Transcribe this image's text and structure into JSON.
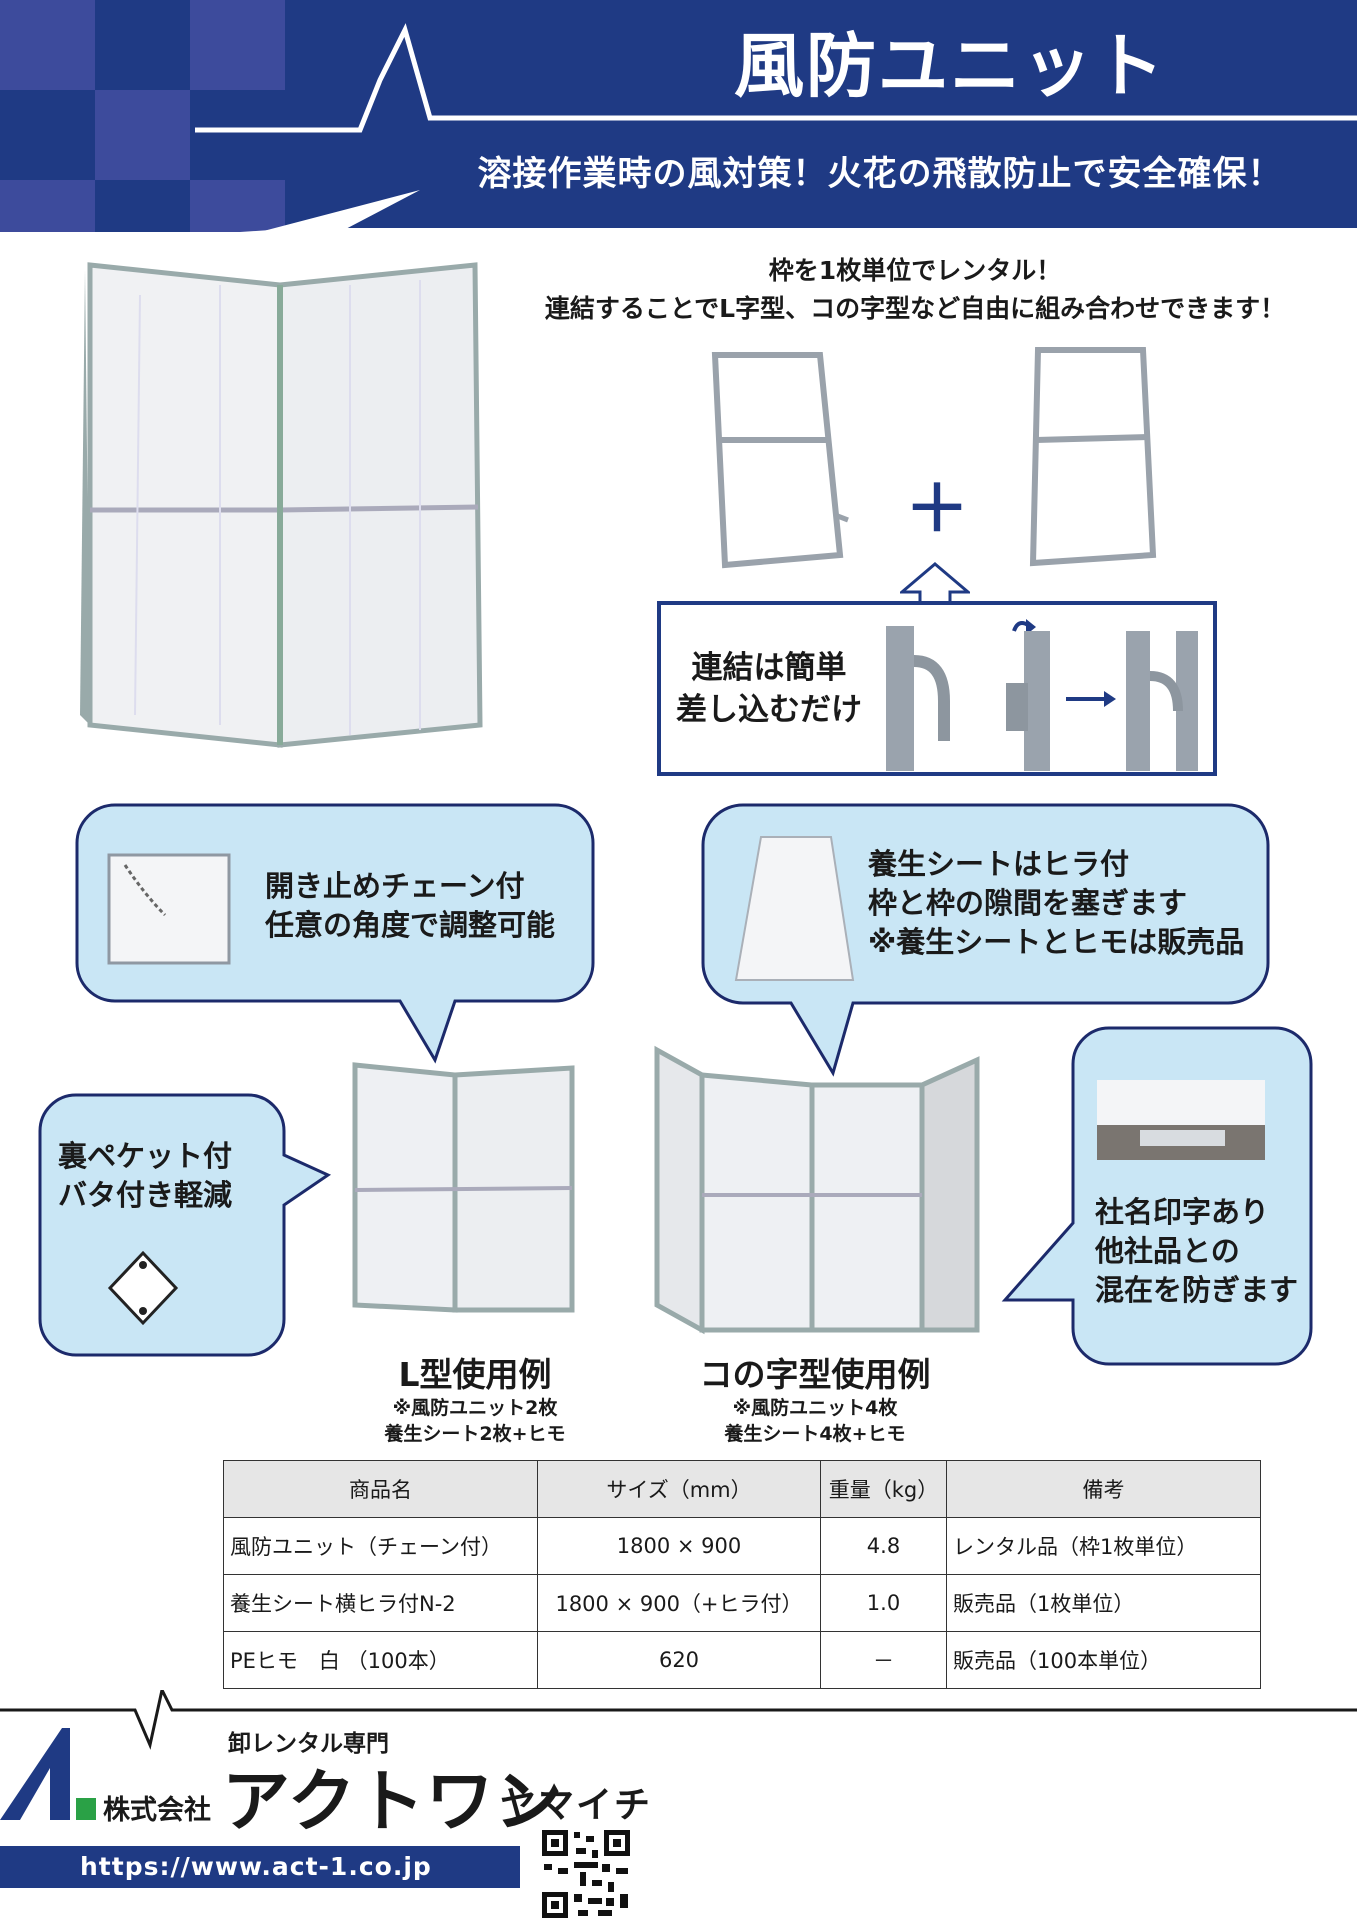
{
  "header": {
    "title": "風防ユニット",
    "subtitle": "溶接作業時の風対策！火花の飛散防止で安全確保！"
  },
  "intro": {
    "line1": "枠を1枚単位でレンタル！",
    "line2": "連結することでL字型、コの字型など自由に組み合わせできます！"
  },
  "plus_sign": "＋",
  "connect": {
    "line1": "連結は簡単",
    "line2": "差し込むだけ"
  },
  "bubbles": {
    "chain": {
      "line1": "開き止めチェーン付",
      "line2": "任意の角度で調整可能"
    },
    "sheet": {
      "line1": "養生シートはヒラ付",
      "line2": "枠と枠の隙間を塞ぎます",
      "line3": "※養生シートとヒモは販売品"
    },
    "pocket": {
      "line1": "裏ペケット付",
      "line2": "バタ付き軽減"
    },
    "name": {
      "line1": "社名印字あり",
      "line2": "他社品との",
      "line3": "混在を防ぎます"
    }
  },
  "usage": {
    "l_type": {
      "title": "L型使用例",
      "note1": "※風防ユニット2枚",
      "note2": "養生シート2枚+ヒモ"
    },
    "u_type": {
      "title": "コの字型使用例",
      "note1": "※風防ユニット4枚",
      "note2": "養生シート4枚+ヒモ"
    }
  },
  "table": {
    "headers": [
      "商品名",
      "サイズ（mm）",
      "重量（kg）",
      "備考"
    ],
    "rows": [
      [
        "風防ユニット（チェーン付）",
        "1800 × 900",
        "4.8",
        "レンタル品（枠1枚単位）"
      ],
      [
        "養生シート横ヒラ付N-2",
        "1800 × 900（+ヒラ付）",
        "1.0",
        "販売品（1枚単位）"
      ],
      [
        "PEヒモ　白 （100本）",
        "620",
        "－",
        "販売品（100本単位）"
      ]
    ]
  },
  "footer": {
    "tagline": "卸レンタル専門",
    "corp": "株式会社",
    "brand": "アクトワン",
    "sub_brand": "ヤマイチ",
    "url": "https://www.act-1.co.jp"
  },
  "colors": {
    "navy": "#1f3a84",
    "dark_navy": "#1c2a6b",
    "bubble_fill": "#c9e6f5"
  }
}
